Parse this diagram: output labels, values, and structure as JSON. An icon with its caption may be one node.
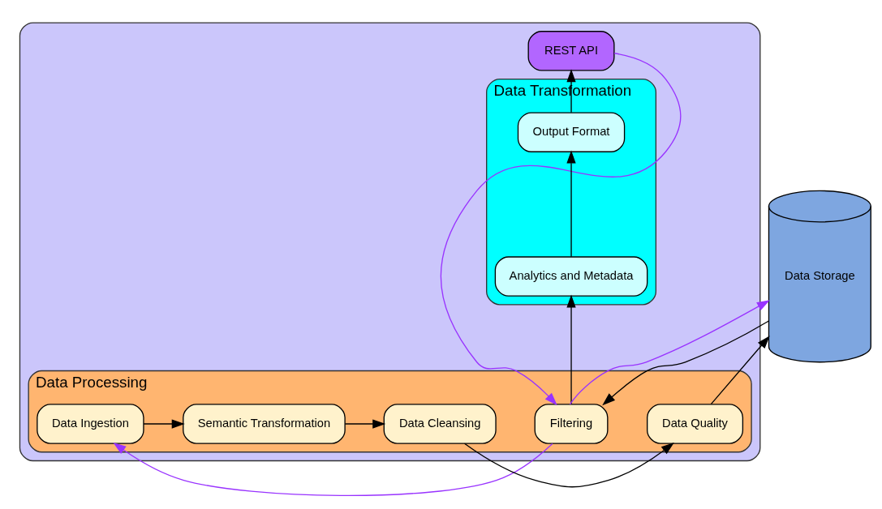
{
  "diagram": {
    "nodes": [
      {
        "text": [],
        "shape": "box"
      },
      {
        "text": [
          "REST API"
        ],
        "in": 0
      },
      {
        "text": [
          "Data Transformation"
        ],
        "in": 0
      },
      {
        "text": [
          "Analytics and Metadata"
        ],
        "in": 2
      },
      {
        "text": [
          "Output Format"
        ],
        "in": 2
      },
      {
        "text": [
          "Data Processing"
        ],
        "in": 0
      },
      {
        "text": [
          "Filtering"
        ],
        "in": 5
      },
      {
        "text": [
          "Data Ingestion"
        ],
        "in": 5
      },
      {
        "text": [
          "Semantic Transformation"
        ],
        "in": 5
      },
      {
        "text": [
          "Data Cleansing"
        ],
        "in": 5
      },
      {
        "text": [
          "Data Quality"
        ],
        "in": 5
      },
      {
        "text": [
          "Data Storage"
        ]
      }
    ],
    "edges": [
      {
        "from": 1,
        "to": 6,
        "arrow": "to",
        "color": "#9933ff"
      },
      {
        "from": 4,
        "to": 1,
        "arrow": "to"
      },
      {
        "from": 3,
        "to": 4,
        "arrow": "to"
      },
      {
        "from": 6,
        "to": 3,
        "arrow": "to"
      },
      {
        "from": 6,
        "to": 11,
        "arrow": "to",
        "color": "#9933ff"
      },
      {
        "from": 11,
        "to": 6,
        "arrow": "to"
      },
      {
        "from": 6,
        "to": 7,
        "arrow": "to",
        "color": "#9933ff"
      },
      {
        "from": 7,
        "to": 8,
        "arrow": "to"
      },
      {
        "from": 8,
        "to": 9,
        "arrow": "to"
      },
      {
        "from": 9,
        "to": 10,
        "arrow": "to"
      },
      {
        "from": 10,
        "to": 11,
        "arrow": "to"
      }
    ]
  }
}
